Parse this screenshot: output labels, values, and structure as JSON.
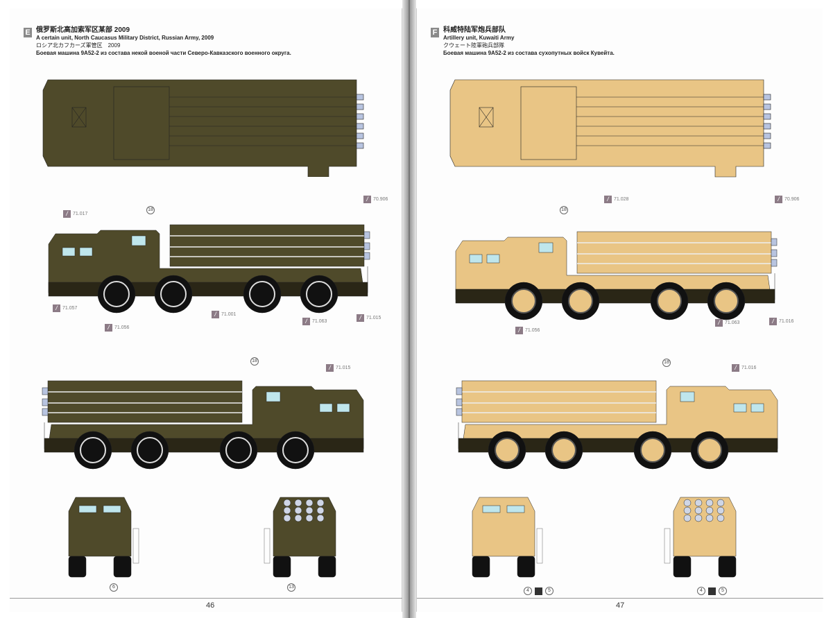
{
  "left_page": {
    "section_letter": "E",
    "title_cn": "俄罗斯北高加索军区某部 2009",
    "title_en": "A certain unit, North Caucasus Military District, Russian Army, 2009",
    "title_jp": "ロシア北カフカーズ軍管区　2009",
    "title_ru": "Боевая машина 9A52-2 из состава некой военой части Северо-Кавказского  военного округа.",
    "page_number": "46",
    "camo_color": "#4f4a2a",
    "callouts": {
      "c1": "70.906",
      "c2": "71.017",
      "c3": "71.057",
      "c4": "71.056",
      "c5": "71.001",
      "c6": "71.063",
      "c7": "71.015",
      "c8": "71.015"
    },
    "decal_numbers": {
      "n1": "18",
      "n2": "18",
      "n3": "6",
      "n4": "13"
    }
  },
  "right_page": {
    "section_letter": "F",
    "title_cn": "科威特陆军炮兵部队",
    "title_en": "Artillery unit, Kuwaiti Army",
    "title_jp": "クウェート陸軍砲兵部隊",
    "title_ru": "Боевая машина 9A52-2 из состава сухопутных войск Кувейта.",
    "page_number": "47",
    "camo_color": "#e9c585",
    "callouts": {
      "c1": "71.028",
      "c2": "70.906",
      "c3": "71.056",
      "c4": "71.063",
      "c5": "71.016",
      "c6": "71.016"
    },
    "decal_numbers": {
      "n1": "18",
      "n2": "18",
      "n3a": "4",
      "n3b": "5",
      "n4a": "4",
      "n4b": "5"
    }
  },
  "swatch_icon": "paint-swatch-icon"
}
